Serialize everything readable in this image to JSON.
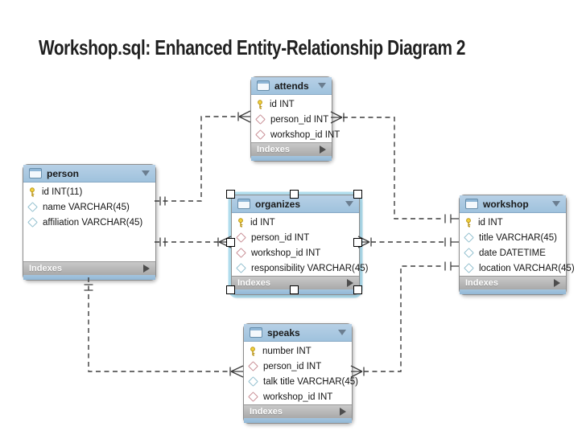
{
  "title": "Workshop.sql: Enhanced Entity-Relationship Diagram 2",
  "diagram": {
    "tables": [
      {
        "name": "attends",
        "footer_label": "Indexes",
        "selected": false,
        "columns": [
          {
            "text": "id INT",
            "icon": "primary-key-icon"
          },
          {
            "text": "person_id INT",
            "icon": "foreign-key-diamond-icon"
          },
          {
            "text": "workshop_id INT",
            "icon": "foreign-key-diamond-icon"
          }
        ]
      },
      {
        "name": "person",
        "footer_label": "Indexes",
        "selected": false,
        "columns": [
          {
            "text": "id INT(11)",
            "icon": "primary-key-icon"
          },
          {
            "text": "name VARCHAR(45)",
            "icon": "column-diamond-icon"
          },
          {
            "text": "affiliation VARCHAR(45)",
            "icon": "column-diamond-icon"
          }
        ]
      },
      {
        "name": "organizes",
        "footer_label": "Indexes",
        "selected": true,
        "columns": [
          {
            "text": "id INT",
            "icon": "primary-key-icon"
          },
          {
            "text": "person_id INT",
            "icon": "foreign-key-diamond-icon"
          },
          {
            "text": "workshop_id INT",
            "icon": "foreign-key-diamond-icon"
          },
          {
            "text": "responsibility VARCHAR(45)",
            "icon": "column-diamond-icon"
          }
        ]
      },
      {
        "name": "workshop",
        "footer_label": "Indexes",
        "selected": false,
        "columns": [
          {
            "text": "id INT",
            "icon": "primary-key-icon"
          },
          {
            "text": "title VARCHAR(45)",
            "icon": "column-diamond-icon"
          },
          {
            "text": "date DATETIME",
            "icon": "column-diamond-icon"
          },
          {
            "text": "location VARCHAR(45)",
            "icon": "column-diamond-icon"
          }
        ]
      },
      {
        "name": "speaks",
        "footer_label": "Indexes",
        "selected": false,
        "columns": [
          {
            "text": "number INT",
            "icon": "primary-key-icon"
          },
          {
            "text": "person_id INT",
            "icon": "foreign-key-diamond-icon"
          },
          {
            "text": "talk title VARCHAR(45)",
            "icon": "column-diamond-icon"
          },
          {
            "text": "workshop_id INT",
            "icon": "foreign-key-diamond-icon"
          }
        ]
      }
    ],
    "relationships": [
      {
        "from": "person",
        "to": "attends",
        "from_end": "one",
        "to_end": "many",
        "style": "dashed"
      },
      {
        "from": "workshop",
        "to": "attends",
        "from_end": "one",
        "to_end": "many",
        "style": "dashed"
      },
      {
        "from": "person",
        "to": "organizes",
        "from_end": "one",
        "to_end": "many",
        "style": "dashed"
      },
      {
        "from": "workshop",
        "to": "organizes",
        "from_end": "one",
        "to_end": "many",
        "style": "dashed"
      },
      {
        "from": "person",
        "to": "speaks",
        "from_end": "one",
        "to_end": "many",
        "style": "dashed"
      },
      {
        "from": "workshop",
        "to": "speaks",
        "from_end": "one",
        "to_end": "many",
        "style": "dashed"
      }
    ],
    "colors": {
      "table_header": "#a9c7e1",
      "indexes_bar": "#b3b3b3",
      "selection_highlight": "#7ec8e3",
      "connector": "#3d3d3d",
      "primary_key": "#e8c73e",
      "foreign_key_diamond": "#c98f96",
      "column_diamond": "#93c0cf"
    }
  }
}
